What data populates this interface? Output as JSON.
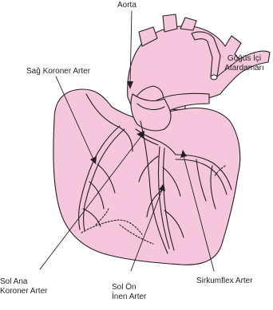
{
  "labels": {
    "aorta": "Aorta",
    "right_coronary": "Sağ Koroner Arter",
    "thoracic_line1": "Göğüs İçi",
    "thoracic_line2": "Atardamarı",
    "left_main_line1": "Sol Ana",
    "left_main_line2": "Koroner Arter",
    "lad_line1": "Sol Ön",
    "lad_line2": "İnen Arter",
    "circumflex": "Sirkumflex Arter"
  },
  "colors": {
    "heart_fill": "#f6c6dc",
    "outline": "#231f20",
    "background": "#ffffff"
  }
}
